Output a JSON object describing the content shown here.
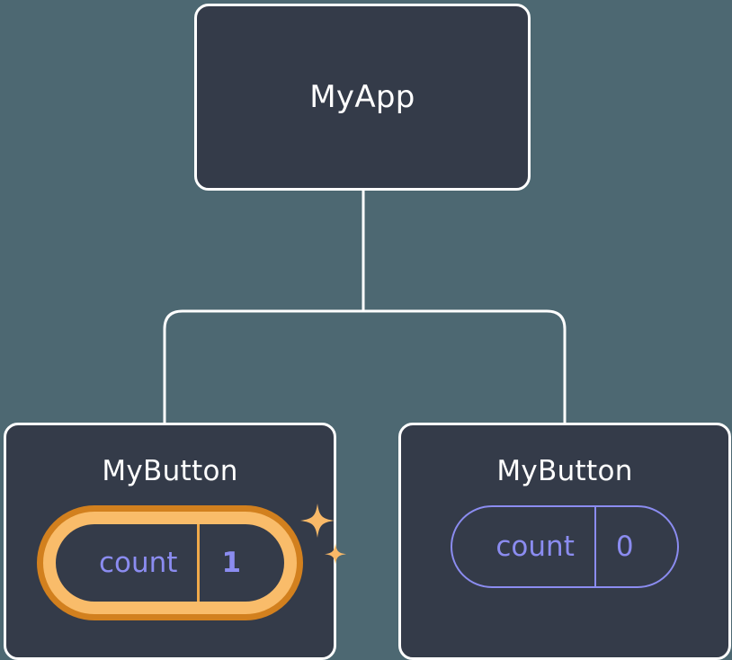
{
  "diagram": {
    "type": "component-tree",
    "background_color": "#4d6872",
    "node_fill_color": "#343b49",
    "node_border_color": "#ffffff",
    "connector_color": "#ffffff",
    "accent_highlight_outer": "#d2801e",
    "accent_highlight_inner": "#f9bc6a",
    "state_text_color": "#8b8cf0",
    "sparkle_color": "#f9b968"
  },
  "root": {
    "title": "MyApp"
  },
  "children": [
    {
      "title": "MyButton",
      "state": {
        "key": "count",
        "value": "1"
      },
      "highlighted": true,
      "sparkle_large": "sparkle-star",
      "sparkle_small": "sparkle-star-small"
    },
    {
      "title": "MyButton",
      "state": {
        "key": "count",
        "value": "0"
      },
      "highlighted": false
    }
  ]
}
